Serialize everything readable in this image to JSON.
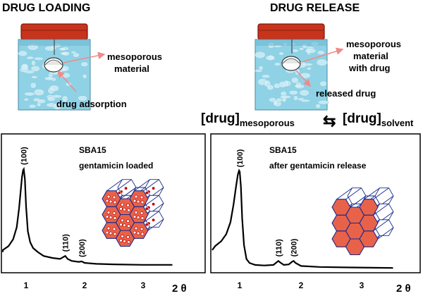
{
  "loading": {
    "heading": "DRUG LOADING",
    "material_label_1": "mesoporous",
    "material_label_2": "material",
    "adsorption_label": "drug adsorption"
  },
  "release": {
    "heading": "DRUG RELEASE",
    "material_label_1": "mesoporous",
    "material_label_2": "material",
    "material_label_3": "with drug",
    "released_label": "released drug"
  },
  "equilibrium": {
    "left_main": "[drug]",
    "left_sub": "mesoporous",
    "arrows": "⇆",
    "right_main": "[drug]",
    "right_sub": "solvent"
  },
  "colors": {
    "lid": "#c8331c",
    "liquid": "#8fd2e6",
    "pointer_arrow": "#f08a8a",
    "hexagon": "#e8624a",
    "hex_outline": "#1a2a8a",
    "drug_dots": "#c00000"
  },
  "chart_data": [
    {
      "type": "line",
      "panel_label_1": "SBA15",
      "panel_label_2": "gentamicin loaded",
      "peaks": [
        {
          "label": "(100)",
          "x": 0.96
        },
        {
          "label": "(110)",
          "x": 1.67
        },
        {
          "label": "(200)",
          "x": 1.95
        }
      ],
      "x_ticks": [
        "1",
        "2",
        "3"
      ],
      "x_label": "2 θ",
      "xlim": [
        0.5,
        3.6
      ],
      "series": [
        {
          "x": [
            0.5,
            0.6,
            0.7,
            0.78,
            0.84,
            0.88,
            0.91,
            0.93,
            0.95,
            0.96,
            0.98,
            1.0,
            1.03,
            1.07,
            1.12,
            1.2,
            1.3,
            1.45,
            1.58,
            1.64,
            1.67,
            1.71,
            1.78,
            1.9,
            1.95,
            2.0,
            2.2,
            2.5,
            3.0,
            3.5
          ],
          "y": [
            0.16,
            0.18,
            0.22,
            0.29,
            0.41,
            0.6,
            0.79,
            0.92,
            0.99,
            1.0,
            0.9,
            0.62,
            0.37,
            0.26,
            0.2,
            0.16,
            0.12,
            0.1,
            0.09,
            0.11,
            0.12,
            0.09,
            0.07,
            0.06,
            0.065,
            0.05,
            0.04,
            0.035,
            0.03,
            0.03
          ]
        }
      ]
    },
    {
      "type": "line",
      "panel_label_1": "SBA15",
      "panel_label_2": "after gentamicin release",
      "peaks": [
        {
          "label": "(100)",
          "x": 1.0
        },
        {
          "label": "(110)",
          "x": 1.63
        },
        {
          "label": "(200)",
          "x": 1.88
        }
      ],
      "x_ticks": [
        "1",
        "2",
        "3"
      ],
      "x_label": "2 θ",
      "xlim": [
        0.5,
        3.6
      ],
      "series": [
        {
          "x": [
            0.5,
            0.6,
            0.7,
            0.78,
            0.85,
            0.9,
            0.94,
            0.97,
            0.99,
            1.0,
            1.02,
            1.04,
            1.07,
            1.11,
            1.16,
            1.25,
            1.4,
            1.55,
            1.6,
            1.63,
            1.66,
            1.72,
            1.8,
            1.86,
            1.88,
            1.91,
            2.0,
            2.3,
            2.8,
            3.5
          ],
          "y": [
            0.2,
            0.24,
            0.29,
            0.36,
            0.48,
            0.66,
            0.84,
            0.96,
            1.0,
            0.99,
            0.84,
            0.52,
            0.25,
            0.11,
            0.07,
            0.05,
            0.045,
            0.05,
            0.075,
            0.09,
            0.075,
            0.05,
            0.055,
            0.085,
            0.09,
            0.07,
            0.04,
            0.03,
            0.025,
            0.02
          ]
        }
      ]
    }
  ]
}
